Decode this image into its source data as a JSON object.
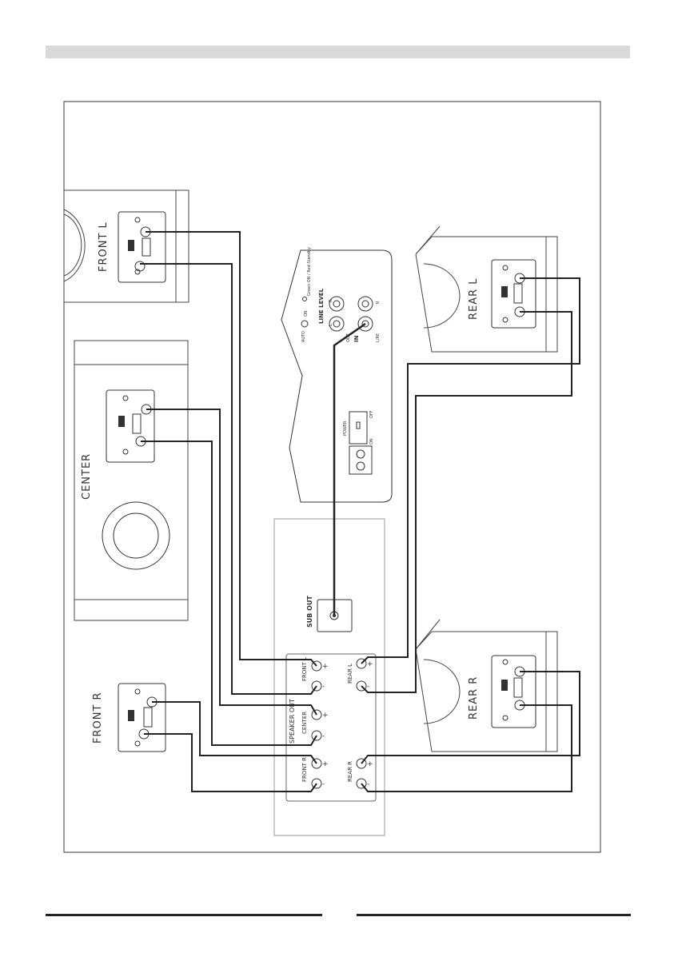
{
  "speakers": {
    "front_l": "FRONT L",
    "center": "CENTER",
    "front_r": "FRONT R",
    "rear_l": "REAR L",
    "rear_r": "REAR R"
  },
  "subwoofer_panel": {
    "line_level": "LINE LEVEL",
    "auto": "AUTO",
    "on": "ON",
    "led_legend": "Green ON / Red Standby",
    "out": "OUT",
    "in": "IN",
    "l": "L",
    "r": "R",
    "l_re": "L/RE",
    "power": "POWER",
    "power_on": "ON",
    "power_off": "OFF"
  },
  "amplifier": {
    "speaker_out": "SPEAKER OUT",
    "sub_out": "SUB OUT",
    "front_l": "FRONT L",
    "center": "CENTER",
    "front_r": "FRONT R",
    "rear_l": "REAR L",
    "rear_r": "REAR R",
    "plus": "+",
    "minus": "-"
  }
}
